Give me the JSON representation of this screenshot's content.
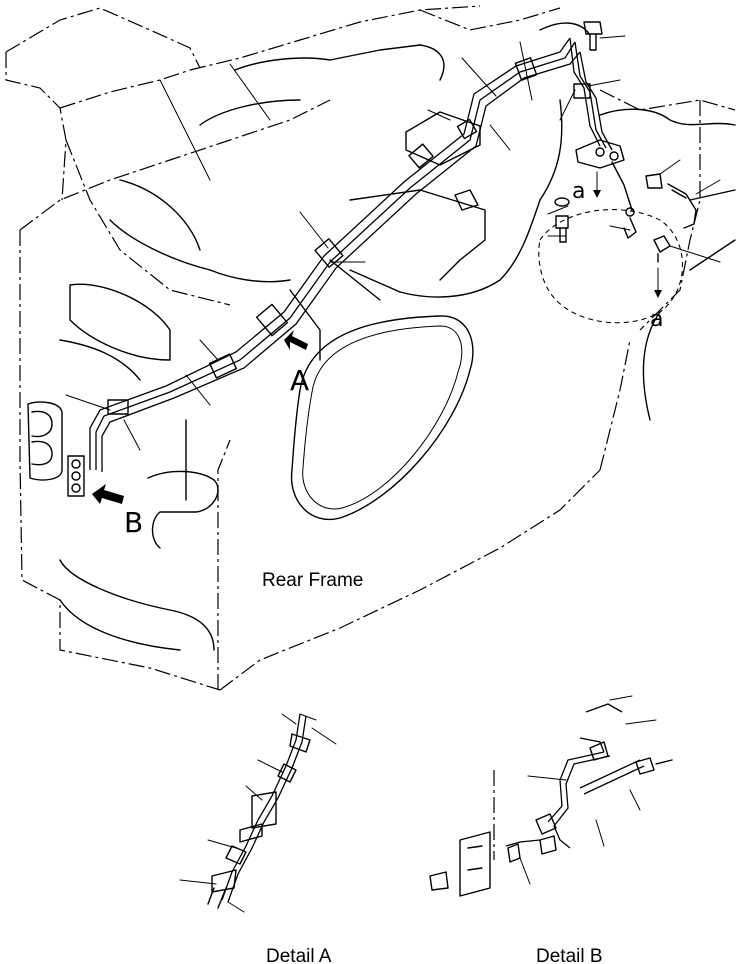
{
  "labels": {
    "rear_frame": "Rear Frame",
    "view_a": "A",
    "view_b": "B",
    "connection_a_top": "a",
    "connection_a_bottom": "a",
    "detail_a": "Detail A",
    "detail_b": "Detail B"
  }
}
